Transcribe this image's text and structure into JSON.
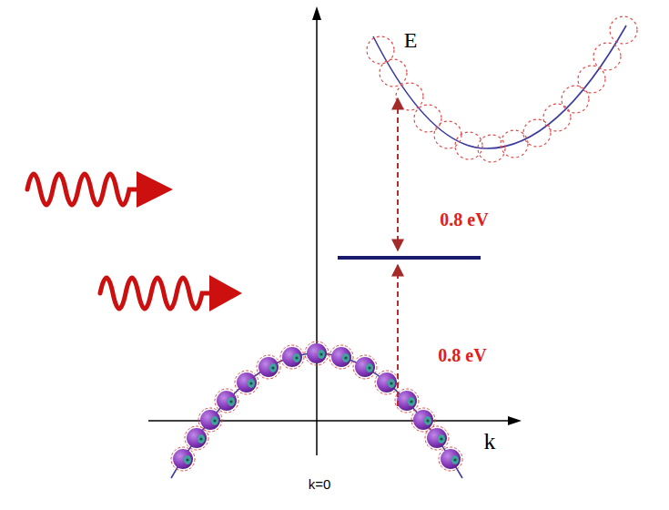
{
  "diagram": {
    "labels": [
      "E",
      "0.8 eV",
      "0.8 eV",
      "k",
      "k=0"
    ]
  }
}
